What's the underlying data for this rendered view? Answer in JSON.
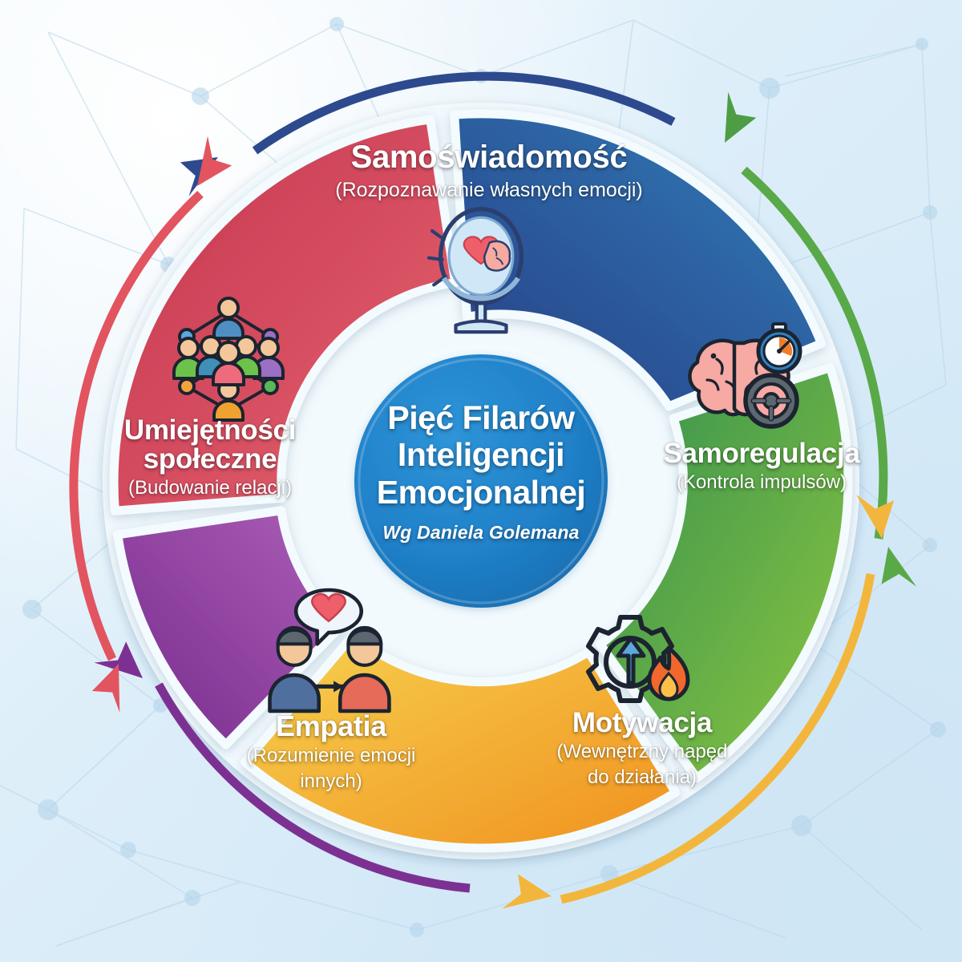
{
  "title": "Pięć Filarów Inteligencji Emocjonalnej",
  "center": {
    "title_line1": "Pięć Filarów",
    "title_line2": "Inteligencji",
    "title_line3": "Emocjonalnej",
    "subtitle": "Wg Daniela Golemana",
    "color_from": "#1f7fc8",
    "color_to": "#2a8ed4"
  },
  "background": {
    "color": "#dcecf8",
    "network_pattern": true
  },
  "chart_data": {
    "type": "pie",
    "title": "Pięć Filarów Inteligencji Emocjonalnej",
    "subtitle": "Wg Daniela Golemana",
    "legend": "none",
    "categories": [
      "Samoświadomość",
      "Samoregulacja",
      "Motywacja",
      "Empatia",
      "Umiejętności społeczne"
    ],
    "values": [
      20,
      20,
      20,
      20,
      20
    ],
    "colors": [
      "#2e4288",
      "#4a9e3f",
      "#f0ae32",
      "#8e3a96",
      "#d14458"
    ]
  },
  "segments": [
    {
      "id": "self-awareness",
      "title": "Samoświadomość",
      "subtitle": "(Rozpoznawanie własnych emocji)",
      "color_from": "#2b3f86",
      "color_to": "#2e7db8",
      "arrow_color": "#2d4a8f",
      "icon": "mirror-heart-brain-icon"
    },
    {
      "id": "self-regulation",
      "title": "Samoregulacja",
      "subtitle": "(Kontrola impulsów)",
      "color_from": "#3a9451",
      "color_to": "#8cc63f",
      "arrow_color": "#5aa948",
      "icon": "brain-stopwatch-steering-icon"
    },
    {
      "id": "motivation",
      "title": "Motywacja",
      "subtitle": "(Wewnętrzny napęd\ndo działania)",
      "subtitle_l1": "(Wewnętrzny napęd",
      "subtitle_l2": "do działania)",
      "color_from": "#f4cf4c",
      "color_to": "#f29a22",
      "arrow_color": "#f3b63c",
      "icon": "gear-arrow-flame-icon"
    },
    {
      "id": "empathy",
      "title": "Empatia",
      "subtitle_l1": "(Rozumienie emocji",
      "subtitle_l2": "innych)",
      "color_from": "#7b2d8e",
      "color_to": "#a85bb4",
      "arrow_color": "#7c3192",
      "icon": "two-people-heart-bubble-icon"
    },
    {
      "id": "social-skills",
      "title_l1": "Umiejętności",
      "title_l2": "społeczne",
      "subtitle": "(Budowanie relacji)",
      "color_from": "#c93a52",
      "color_to": "#e4636f",
      "arrow_color": "#e2545f",
      "icon": "people-network-icon"
    }
  ]
}
